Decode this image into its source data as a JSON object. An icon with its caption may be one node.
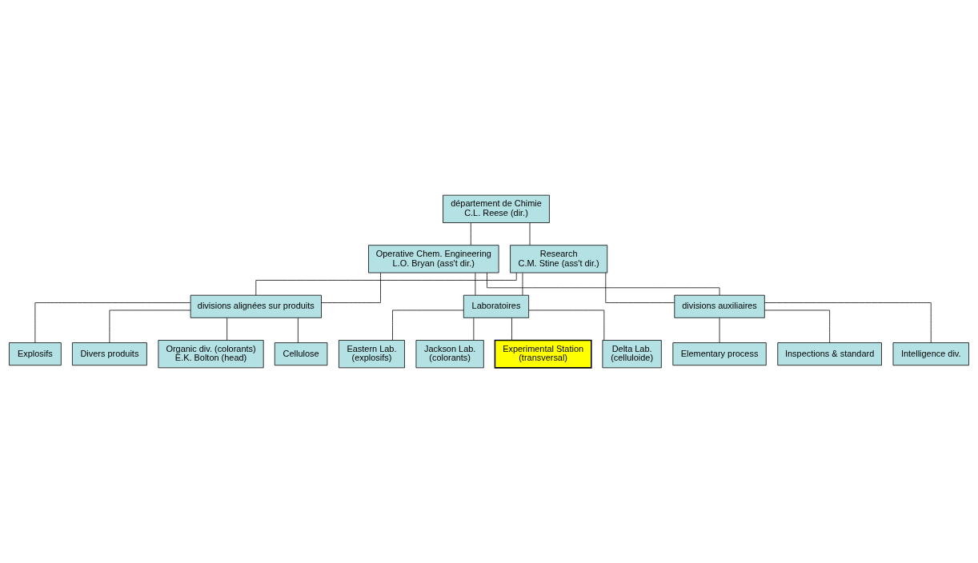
{
  "diagram": {
    "nodes": [
      {
        "text": [
          "département de Chimie",
          "C.L. Reese (dir.)"
        ]
      },
      {
        "text": [
          "Operative Chem. Engineering",
          "L.O. Bryan (ass't dir.)"
        ]
      },
      {
        "text": [
          "Research",
          "C.M. Stine (ass't dir.)"
        ]
      },
      {
        "text": [
          "divisions alignées sur produits"
        ]
      },
      {
        "text": [
          "Laboratoires"
        ]
      },
      {
        "text": [
          "divisions auxiliaires"
        ]
      },
      {
        "text": [
          "Cellulose"
        ]
      },
      {
        "text": [
          "Explosifs"
        ]
      },
      {
        "text": [
          "Divers produits"
        ]
      },
      {
        "text": [
          "Organic div. (colorants)",
          "E.K. Bolton (head)"
        ]
      },
      {
        "text": [
          "Delta Lab.",
          "(celluloide)"
        ]
      },
      {
        "text": [
          "Eastern Lab.",
          "(explosifs)"
        ]
      },
      {
        "text": [
          "Jackson Lab.",
          "(colorants)"
        ]
      },
      {
        "text": [
          "Experimental Station",
          "(transversal)"
        ]
      },
      {
        "text": [
          "Elementary process"
        ]
      },
      {
        "text": [
          "Inspections & standard"
        ]
      },
      {
        "text": [
          "Intelligence div."
        ]
      }
    ],
    "edges": [
      {
        "from": 0,
        "to": 1,
        "arrow": "none"
      },
      {
        "from": 0,
        "to": 2,
        "arrow": "none"
      },
      {
        "from": 1,
        "to": 3,
        "arrow": "none"
      },
      {
        "from": 1,
        "to": 4,
        "arrow": "none"
      },
      {
        "from": 1,
        "to": 5,
        "arrow": "none"
      },
      {
        "from": 2,
        "to": 3,
        "arrow": "none"
      },
      {
        "from": 2,
        "to": 4,
        "arrow": "none"
      },
      {
        "from": 2,
        "to": 5,
        "arrow": "none"
      },
      {
        "from": 3,
        "to": 6,
        "arrow": "none"
      },
      {
        "from": 3,
        "to": 7,
        "arrow": "none"
      },
      {
        "from": 3,
        "to": 8,
        "arrow": "none"
      },
      {
        "from": 3,
        "to": 9,
        "arrow": "none"
      },
      {
        "from": 4,
        "to": 10,
        "arrow": "none"
      },
      {
        "from": 4,
        "to": 11,
        "arrow": "none"
      },
      {
        "from": 4,
        "to": 12,
        "arrow": "none"
      },
      {
        "from": 4,
        "to": 13,
        "arrow": "none"
      },
      {
        "from": 5,
        "to": 14,
        "arrow": "none"
      },
      {
        "from": 5,
        "to": 15,
        "arrow": "none"
      },
      {
        "from": 5,
        "to": 16,
        "arrow": "none"
      }
    ]
  }
}
